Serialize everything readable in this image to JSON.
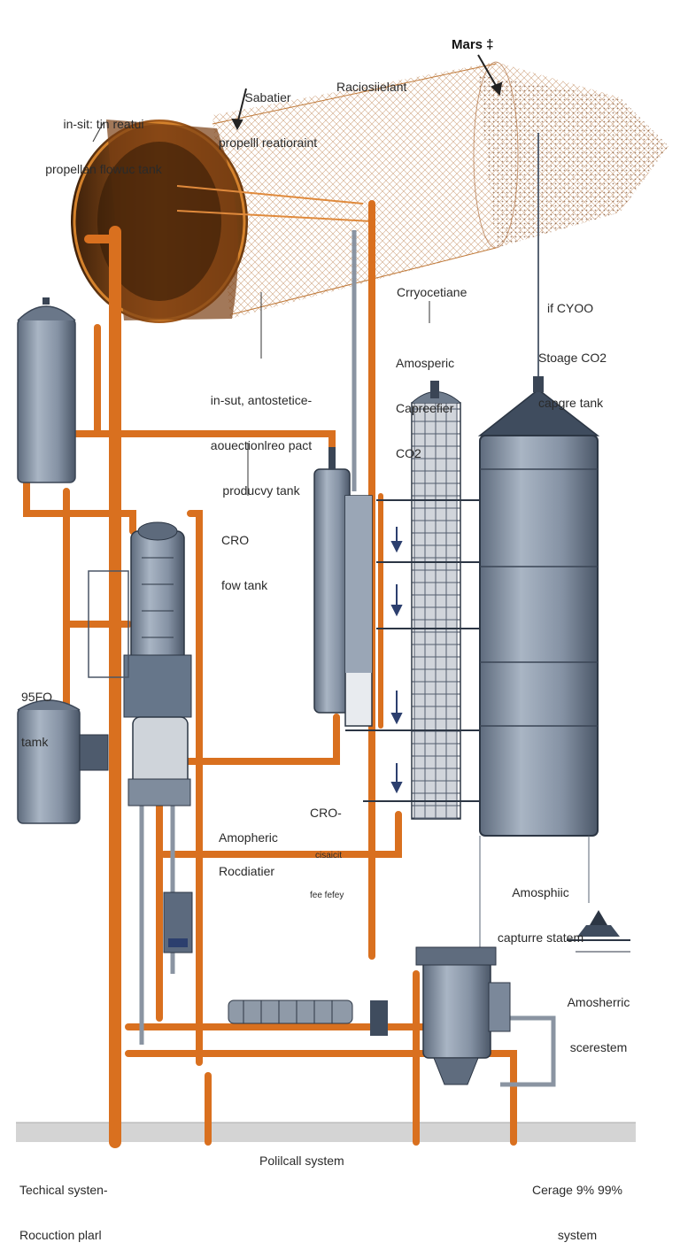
{
  "labels": {
    "mars": "Mars ‡",
    "sabatier_line1": "Sabatier",
    "sabatier_line2": "propelll reatioraint",
    "radiosielant": "Raciosiielant",
    "insitu_tank_line1": "in-sit: tin reatui",
    "insitu_tank_line2": "propellan flowuc tank",
    "cryo_line1": "Crryocetiane",
    "amosperic_line1": "Amosperic",
    "amosperic_line2": "Capreefier",
    "amosperic_line3": "CO2",
    "ifcyoo": "if CYOO",
    "storage_line1": "Stoage CO2",
    "storage_line2": "capgre tank",
    "product_line1": "in-sut, antostetice-",
    "product_line2": "aouectionlreo pact",
    "product_line3": "producvy tank",
    "cro_flow_line1": "CRO",
    "cro_flow_line2": "fow tank",
    "tank95_line1": "95FO",
    "tank95_line2": "tamk",
    "cro_small_line1": "CRO-",
    "cro_small_line2": "cisaicit",
    "cro_small_line3": "fee fefey",
    "amopheric": "Amopheric",
    "rocdiatier": "Rocdiatier",
    "amosphic_line1": "Amosphiic",
    "amosphic_line2": "capturre statem",
    "amosherric_line1": "Amosherric",
    "amosherric_line2": "scerestem",
    "tech_line1": "Techical systen-",
    "tech_line2": "Rocuction plarl",
    "polilcall": "Polilcall system",
    "cerage_line1": "Cerage 9% 99%",
    "cerage_line2": "system"
  },
  "colors": {
    "pipe_orange": "#d9701f",
    "tank_steel": "#8a97a8",
    "tank_dark": "#3f4c5e",
    "copper": "#8a4a16",
    "ground": "#d4d4d4"
  }
}
